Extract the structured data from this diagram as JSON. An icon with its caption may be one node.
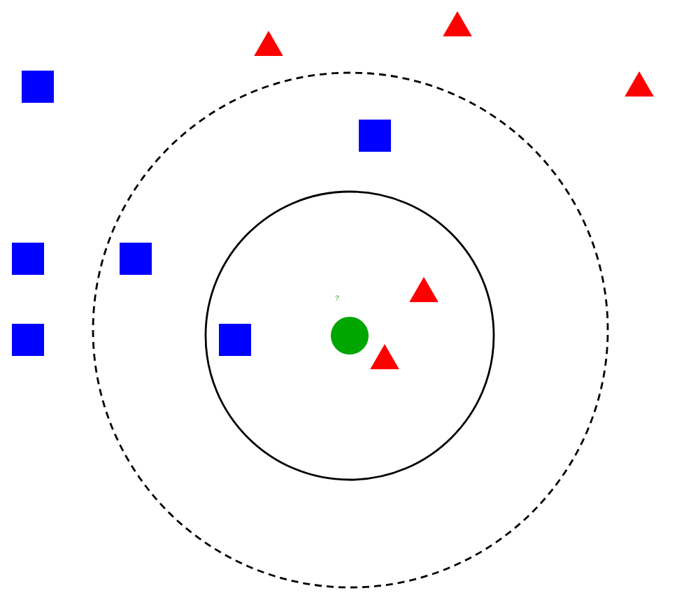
{
  "diagram": {
    "nodes": [
      {
        "text": [],
        "shape": "circle"
      },
      {
        "text": [],
        "shape": "circle",
        "in": 0
      },
      {
        "text": [],
        "shape": "triangle"
      },
      {
        "text": [],
        "shape": "triangle"
      },
      {
        "text": [],
        "shape": "box"
      },
      {
        "text": [],
        "shape": "triangle"
      },
      {
        "text": [],
        "shape": "box",
        "in": 0
      },
      {
        "text": [],
        "shape": "box"
      },
      {
        "text": [],
        "shape": "box",
        "in": 0
      },
      {
        "text": [],
        "shape": "triangle",
        "in": 1
      },
      {
        "text": [],
        "shape": "circle",
        "in": 1
      },
      {
        "text": [],
        "shape": "box"
      },
      {
        "text": [],
        "shape": "box",
        "in": 1
      },
      {
        "text": [],
        "shape": "triangle",
        "in": 1
      }
    ],
    "labels": [
      "?"
    ]
  }
}
